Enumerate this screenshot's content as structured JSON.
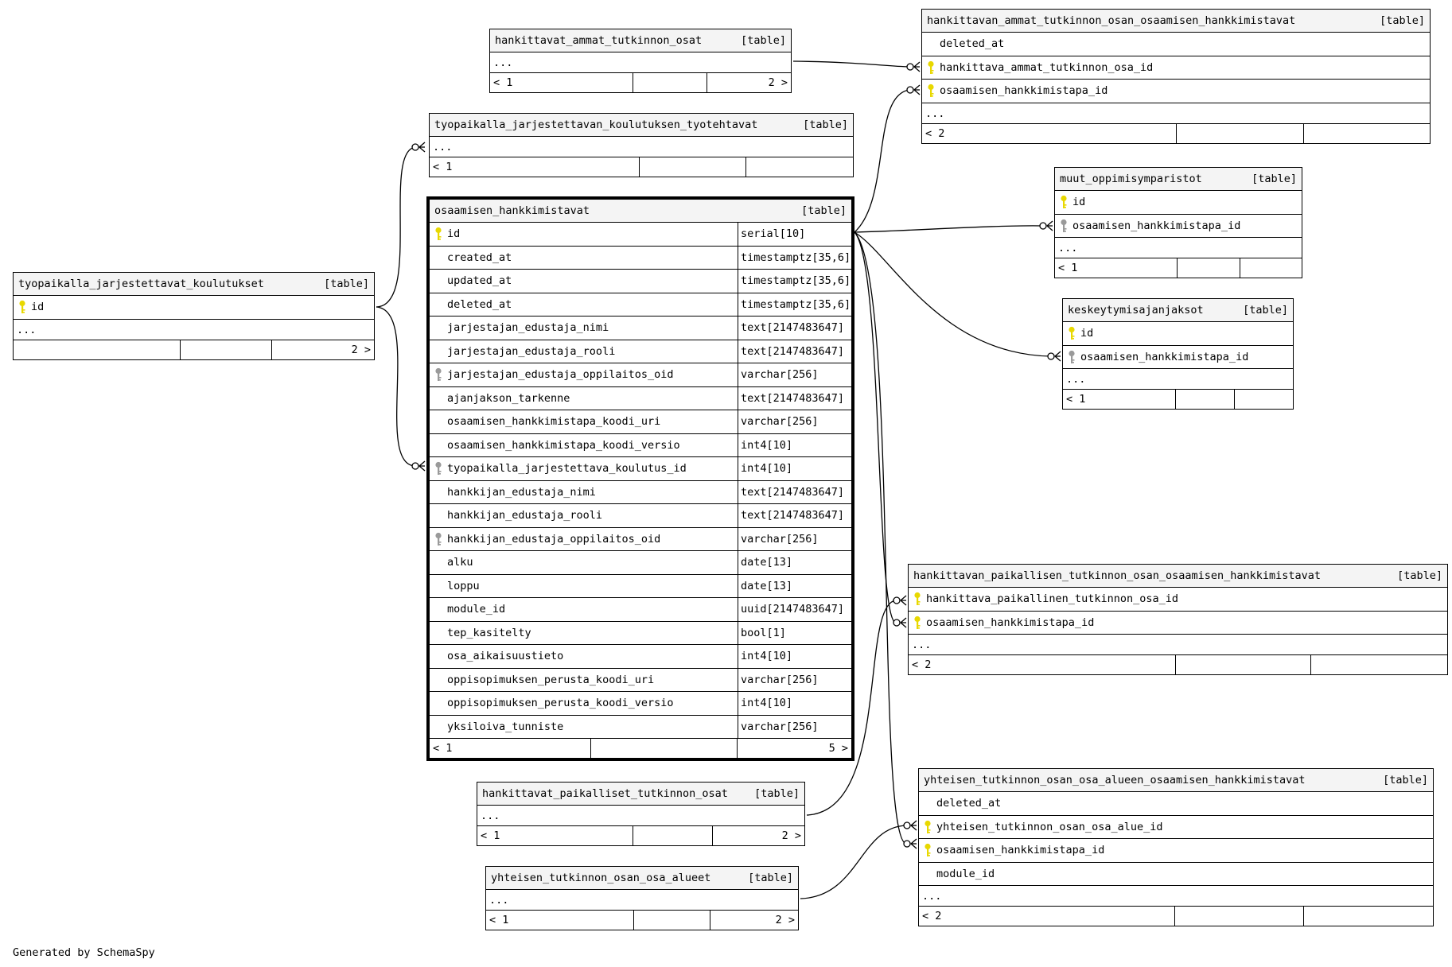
{
  "generated_by": "Generated by SchemaSpy",
  "colors": {
    "primary_key": "#e8d800",
    "foreign_key": "#9a9a9a",
    "header_bg": "#f4f4f4"
  },
  "tables": {
    "hankittavat_ammat": {
      "name": "hankittavat_ammat_tutkinnon_osat",
      "tag": "[table]",
      "ellipsis": "...",
      "foot": [
        "< 1",
        "",
        "2 >"
      ]
    },
    "hankittavan_ammat_osaamisen": {
      "name": "hankittavan_ammat_tutkinnon_osan_osaamisen_hankkimistavat",
      "tag": "[table]",
      "rows": [
        {
          "key": "",
          "name": "deleted_at"
        },
        {
          "key": "primary-key",
          "name": "hankittava_ammat_tutkinnon_osa_id"
        },
        {
          "key": "primary-key",
          "name": "osaamisen_hankkimistapa_id"
        }
      ],
      "ellipsis": "...",
      "foot": [
        "< 2",
        "",
        ""
      ]
    },
    "tyotehtavat": {
      "name": "tyopaikalla_jarjestettavan_koulutuksen_tyotehtavat",
      "tag": "[table]",
      "ellipsis": "...",
      "foot": [
        "< 1",
        "",
        ""
      ]
    },
    "koulutukset": {
      "name": "tyopaikalla_jarjestettavat_koulutukset",
      "tag": "[table]",
      "rows": [
        {
          "key": "primary-key",
          "name": "id"
        }
      ],
      "ellipsis": "...",
      "foot": [
        "",
        "",
        "2 >"
      ]
    },
    "osaamisen_hankkimistavat": {
      "name": "osaamisen_hankkimistavat",
      "tag": "[table]",
      "rows": [
        {
          "key": "primary-key",
          "name": "id",
          "type": "serial[10]"
        },
        {
          "key": "",
          "name": "created_at",
          "type": "timestamptz[35,6]"
        },
        {
          "key": "",
          "name": "updated_at",
          "type": "timestamptz[35,6]"
        },
        {
          "key": "",
          "name": "deleted_at",
          "type": "timestamptz[35,6]"
        },
        {
          "key": "",
          "name": "jarjestajan_edustaja_nimi",
          "type": "text[2147483647]"
        },
        {
          "key": "",
          "name": "jarjestajan_edustaja_rooli",
          "type": "text[2147483647]"
        },
        {
          "key": "foreign-key",
          "name": "jarjestajan_edustaja_oppilaitos_oid",
          "type": "varchar[256]"
        },
        {
          "key": "",
          "name": "ajanjakson_tarkenne",
          "type": "text[2147483647]"
        },
        {
          "key": "",
          "name": "osaamisen_hankkimistapa_koodi_uri",
          "type": "varchar[256]"
        },
        {
          "key": "",
          "name": "osaamisen_hankkimistapa_koodi_versio",
          "type": "int4[10]"
        },
        {
          "key": "foreign-key",
          "name": "tyopaikalla_jarjestettava_koulutus_id",
          "type": "int4[10]"
        },
        {
          "key": "",
          "name": "hankkijan_edustaja_nimi",
          "type": "text[2147483647]"
        },
        {
          "key": "",
          "name": "hankkijan_edustaja_rooli",
          "type": "text[2147483647]"
        },
        {
          "key": "foreign-key",
          "name": "hankkijan_edustaja_oppilaitos_oid",
          "type": "varchar[256]"
        },
        {
          "key": "",
          "name": "alku",
          "type": "date[13]"
        },
        {
          "key": "",
          "name": "loppu",
          "type": "date[13]"
        },
        {
          "key": "",
          "name": "module_id",
          "type": "uuid[2147483647]"
        },
        {
          "key": "",
          "name": "tep_kasitelty",
          "type": "bool[1]"
        },
        {
          "key": "",
          "name": "osa_aikaisuustieto",
          "type": "int4[10]"
        },
        {
          "key": "",
          "name": "oppisopimuksen_perusta_koodi_uri",
          "type": "varchar[256]"
        },
        {
          "key": "",
          "name": "oppisopimuksen_perusta_koodi_versio",
          "type": "int4[10]"
        },
        {
          "key": "",
          "name": "yksiloiva_tunniste",
          "type": "varchar[256]"
        }
      ],
      "foot": [
        "< 1",
        "",
        "5 >"
      ]
    },
    "muut": {
      "name": "muut_oppimisymparistot",
      "tag": "[table]",
      "rows": [
        {
          "key": "primary-key",
          "name": "id"
        },
        {
          "key": "foreign-key",
          "name": "osaamisen_hankkimistapa_id"
        }
      ],
      "ellipsis": "...",
      "foot": [
        "< 1",
        "",
        ""
      ]
    },
    "keskeytymis": {
      "name": "keskeytymisajanjaksot",
      "tag": "[table]",
      "rows": [
        {
          "key": "primary-key",
          "name": "id"
        },
        {
          "key": "foreign-key",
          "name": "osaamisen_hankkimistapa_id"
        }
      ],
      "ellipsis": "...",
      "foot": [
        "< 1",
        "",
        ""
      ]
    },
    "paikallisen_osaamisen": {
      "name": "hankittavan_paikallisen_tutkinnon_osan_osaamisen_hankkimistavat",
      "tag": "[table]",
      "rows": [
        {
          "key": "primary-key",
          "name": "hankittava_paikallinen_tutkinnon_osa_id"
        },
        {
          "key": "primary-key",
          "name": "osaamisen_hankkimistapa_id"
        }
      ],
      "ellipsis": "...",
      "foot": [
        "< 2",
        "",
        ""
      ]
    },
    "paikalliset": {
      "name": "hankittavat_paikalliset_tutkinnon_osat",
      "tag": "[table]",
      "ellipsis": "...",
      "foot": [
        "< 1",
        "",
        "2 >"
      ]
    },
    "yhteisen_osa_alueen": {
      "name": "yhteisen_tutkinnon_osan_osa_alueen_osaamisen_hankkimistavat",
      "tag": "[table]",
      "rows": [
        {
          "key": "",
          "name": "deleted_at"
        },
        {
          "key": "primary-key",
          "name": "yhteisen_tutkinnon_osan_osa_alue_id"
        },
        {
          "key": "primary-key",
          "name": "osaamisen_hankkimistapa_id"
        },
        {
          "key": "",
          "name": "module_id"
        }
      ],
      "ellipsis": "...",
      "foot": [
        "< 2",
        "",
        ""
      ]
    },
    "osa_alueet": {
      "name": "yhteisen_tutkinnon_osan_osa_alueet",
      "tag": "[table]",
      "ellipsis": "...",
      "foot": [
        "< 1",
        "",
        "2 >"
      ]
    }
  }
}
